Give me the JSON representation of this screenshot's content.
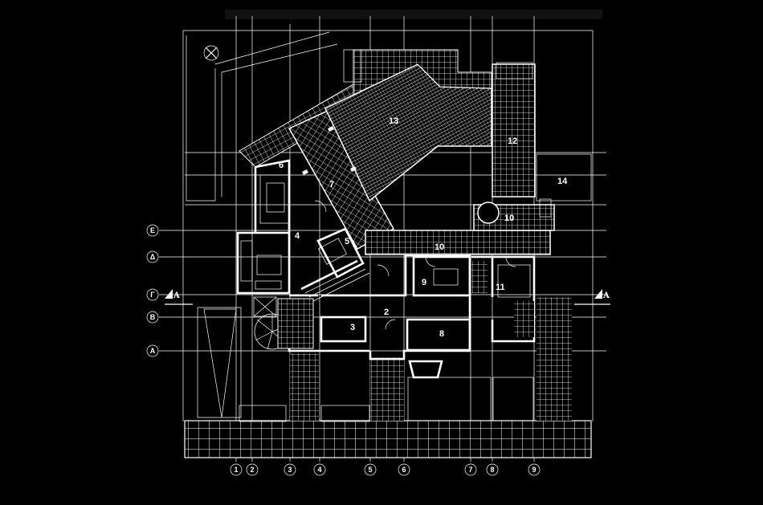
{
  "plan": {
    "colors": {
      "background": "#000000",
      "lines": "#ffffff"
    },
    "grid_columns": [
      "1",
      "2",
      "3",
      "4",
      "5",
      "6",
      "7",
      "8",
      "9"
    ],
    "grid_rows": [
      "Ε",
      "Δ",
      "Γ",
      "Β",
      "Α"
    ],
    "section_marker": "Α",
    "rooms": [
      {
        "id": "2",
        "label": "2"
      },
      {
        "id": "3",
        "label": "3"
      },
      {
        "id": "4",
        "label": "4"
      },
      {
        "id": "5",
        "label": "5"
      },
      {
        "id": "6",
        "label": "6"
      },
      {
        "id": "7",
        "label": "7"
      },
      {
        "id": "8",
        "label": "8"
      },
      {
        "id": "9",
        "label": "9"
      },
      {
        "id": "10a",
        "label": "10"
      },
      {
        "id": "10b",
        "label": "10"
      },
      {
        "id": "11",
        "label": "11"
      },
      {
        "id": "12",
        "label": "12"
      },
      {
        "id": "13",
        "label": "13"
      },
      {
        "id": "14",
        "label": "14"
      }
    ]
  }
}
